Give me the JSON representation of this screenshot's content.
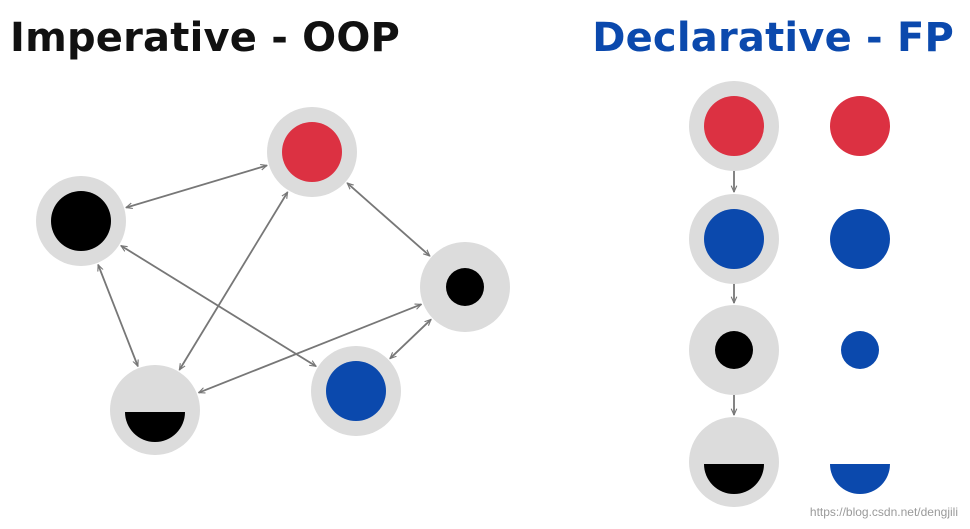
{
  "titles": {
    "imperative": "Imperative - OOP",
    "declarative": "Declarative - FP"
  },
  "watermark": "https://blog.csdn.net/dengjili",
  "colors": {
    "halo": "#dcdcdc",
    "red": "#dc3142",
    "blue": "#0b49ad",
    "black": "#000000",
    "arrow": "#777777",
    "imperative_title": "#111111",
    "declarative_title": "#0b49ad"
  },
  "imperative_nodes": [
    {
      "id": "red",
      "kind": "disk",
      "color": "red"
    },
    {
      "id": "black",
      "kind": "disk",
      "color": "black"
    },
    {
      "id": "small-black",
      "kind": "small-disk",
      "color": "black"
    },
    {
      "id": "half",
      "kind": "half-disk",
      "color": "black"
    },
    {
      "id": "blue",
      "kind": "disk",
      "color": "blue"
    }
  ],
  "imperative_edges": [
    [
      "black",
      "red"
    ],
    [
      "black",
      "blue"
    ],
    [
      "black",
      "half"
    ],
    [
      "red",
      "half"
    ],
    [
      "red",
      "small-black"
    ],
    [
      "half",
      "small-black"
    ],
    [
      "blue",
      "small-black"
    ]
  ],
  "pipeline_stages": [
    {
      "kind": "disk",
      "color": "red",
      "result_kind": "disk",
      "result_color": "red"
    },
    {
      "kind": "disk",
      "color": "blue",
      "result_kind": "disk",
      "result_color": "blue"
    },
    {
      "kind": "small-disk",
      "color": "black",
      "result_kind": "small-disk",
      "result_color": "blue"
    },
    {
      "kind": "half-disk",
      "color": "black",
      "result_kind": "half-disk",
      "result_color": "blue"
    }
  ]
}
